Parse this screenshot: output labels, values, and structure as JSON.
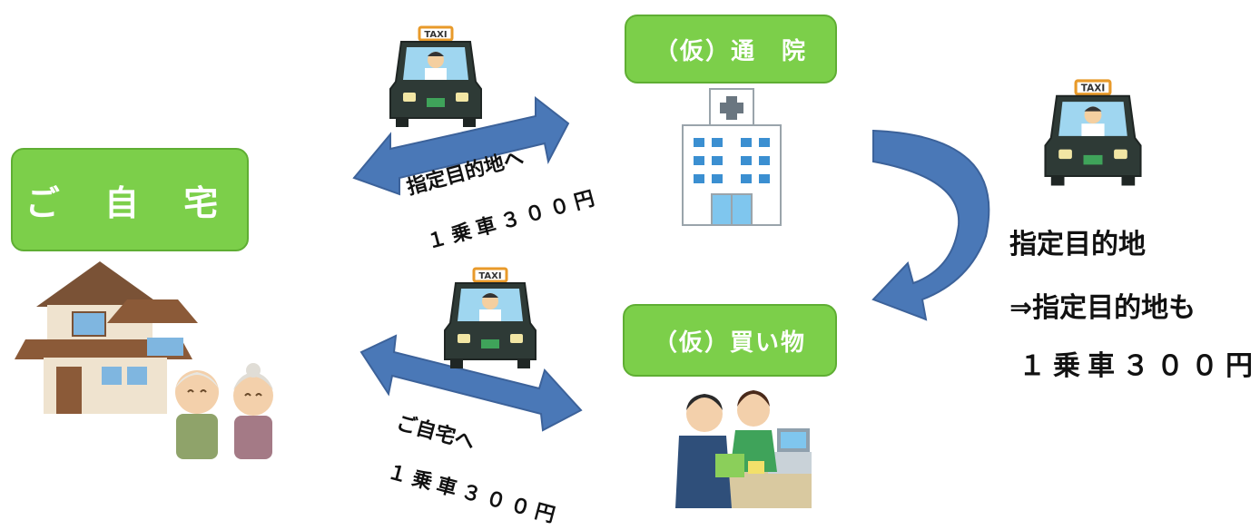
{
  "nodes": {
    "home": "ご 自 宅",
    "hospital": "（仮）通　院",
    "shopping": "（仮）買い物"
  },
  "labels": {
    "to_destination": "指定目的地へ",
    "fare_top": "１乗車３００円",
    "to_home": "ご自宅へ",
    "fare_bottom": "１乗車３００円",
    "dest_line1": "指定目的地",
    "dest_line2": "⇒指定目的地も",
    "fare_right": "１乗車３００円"
  },
  "taxi_sign": "TAXI",
  "colors": {
    "node_fill": "#7ccf4a",
    "arrow": "#4a78b7"
  },
  "icons": [
    "taxi-icon",
    "hospital-icon",
    "house-icon",
    "elderly-couple-icon",
    "shop-clerk-icon"
  ]
}
